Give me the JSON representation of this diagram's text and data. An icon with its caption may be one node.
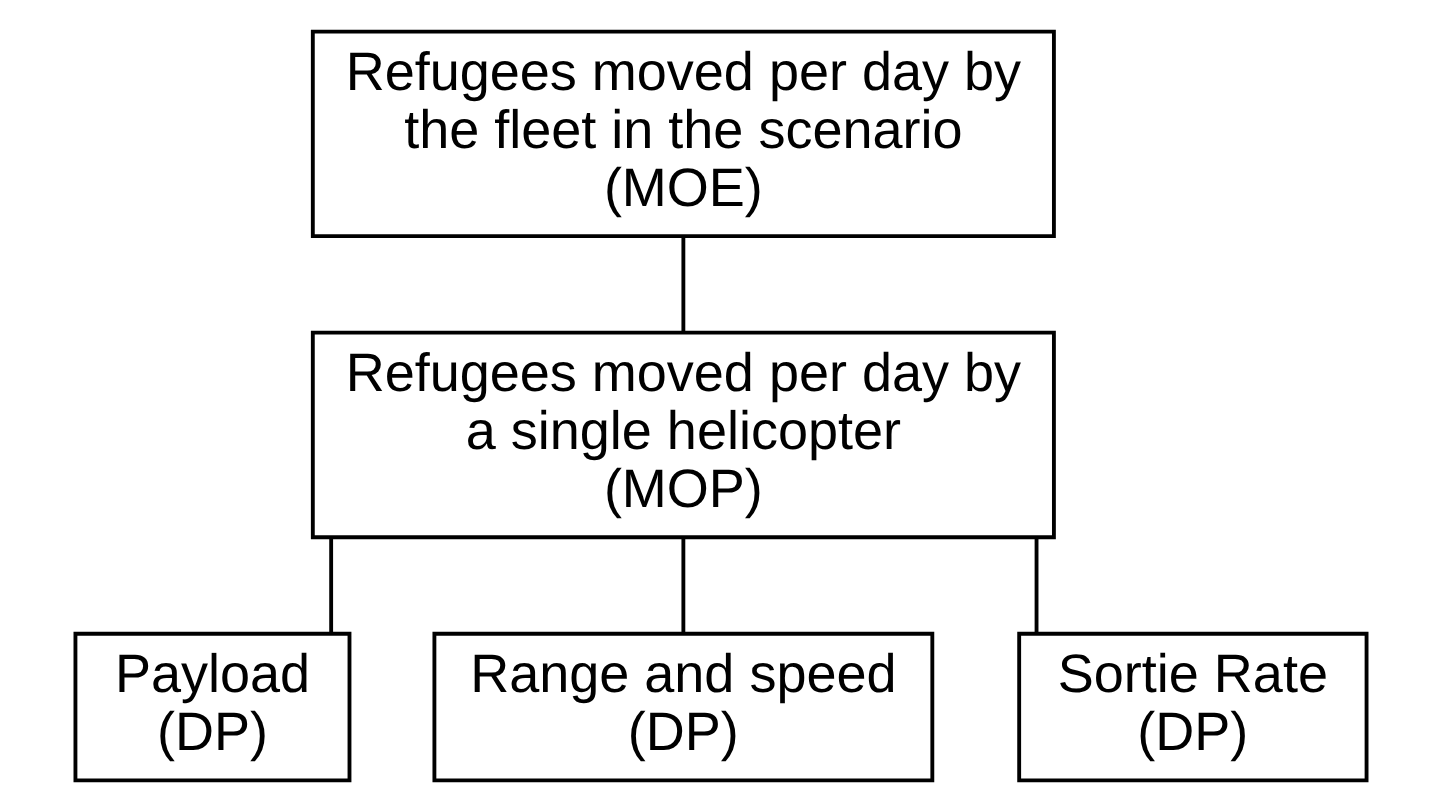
{
  "diagram": {
    "nodes": [
      {
        "text": [
          "Refugees moved per day by the fleet in the scenario",
          "(MOE)"
        ]
      },
      {
        "text": [
          "Refugees moved per day by a single helicopter",
          "(MOP)"
        ]
      },
      {
        "text": [
          "Payload",
          "(DP)"
        ]
      },
      {
        "text": [
          "Range and speed",
          "(DP)"
        ]
      },
      {
        "text": [
          "Sortie Rate",
          "(DP)"
        ]
      }
    ],
    "edges": [
      {
        "from": 0,
        "to": 1,
        "arrow": "none"
      },
      {
        "from": 1,
        "to": 2,
        "arrow": "none"
      },
      {
        "from": 1,
        "to": 3,
        "arrow": "none"
      },
      {
        "from": 1,
        "to": 4,
        "arrow": "none"
      }
    ]
  }
}
